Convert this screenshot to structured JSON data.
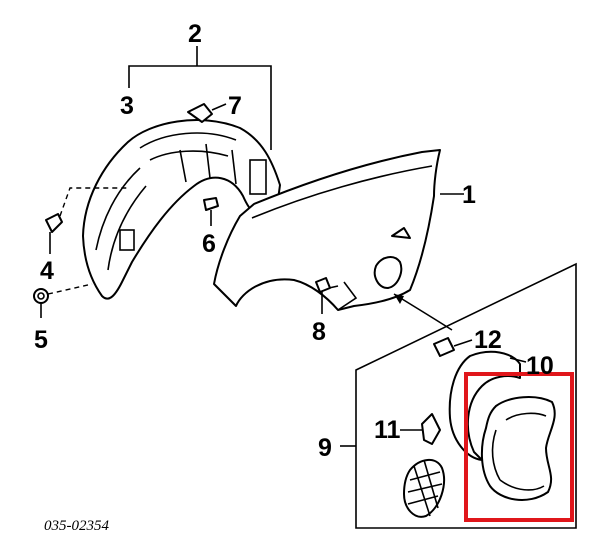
{
  "callouts": {
    "c1": "1",
    "c2": "2",
    "c3": "3",
    "c4": "4",
    "c5": "5",
    "c6": "6",
    "c7": "7",
    "c8": "8",
    "c9": "9",
    "c10": "10",
    "c11": "11",
    "c12": "12"
  },
  "diagram_code": "035-02354",
  "colors": {
    "highlight": "#e0161b",
    "line": "#000000",
    "background": "#ffffff"
  }
}
